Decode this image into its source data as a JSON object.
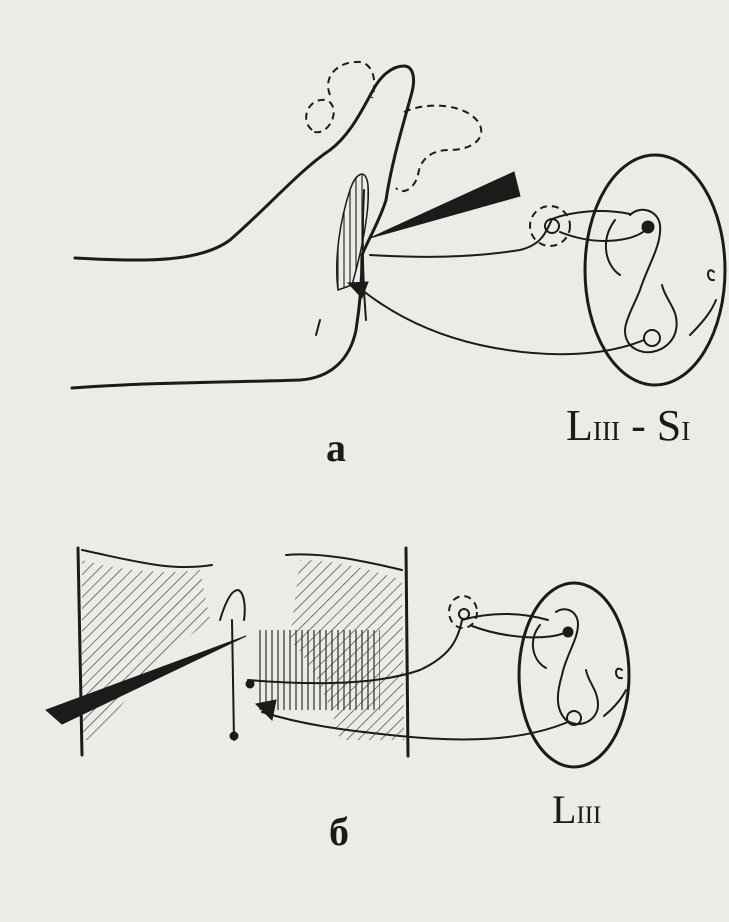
{
  "figure": {
    "panel_a": {
      "letter": "а",
      "segment_main": "L",
      "segment_sub": "III",
      "segment_sep": " - ",
      "segment_main2": "S",
      "segment_sub2": "I"
    },
    "panel_b": {
      "letter": "б",
      "segment_main": "L",
      "segment_sub": "III"
    }
  },
  "colors": {
    "ink": "#1b1b1b",
    "paper": "#ecebe6"
  }
}
